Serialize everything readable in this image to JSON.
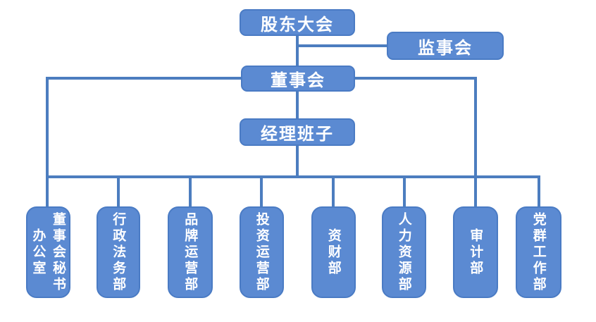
{
  "colors": {
    "box_fill": "#5B8AD2",
    "box_border": "#4A7BC4",
    "line": "#4C7DBF",
    "text": "#FFFFFF",
    "bg": "#FFFFFF"
  },
  "chart_type": "organization-chart",
  "nodes": {
    "shareholders": {
      "label": "股东大会"
    },
    "supervisors": {
      "label": "监事会"
    },
    "board": {
      "label": "董事会"
    },
    "management": {
      "label": "经理班子"
    },
    "departments": [
      {
        "label": "董事会秘书\n办公室"
      },
      {
        "label": "行政法务部"
      },
      {
        "label": "品牌运营部"
      },
      {
        "label": "投资运营部"
      },
      {
        "label": "资财部"
      },
      {
        "label": "人力资源部"
      },
      {
        "label": "审计部"
      },
      {
        "label": "党群工作部"
      }
    ]
  },
  "edges": [
    "股东大会 -> 董事会",
    "股东大会 -> 监事会",
    "董事会 -> 经理班子",
    "董事会 -> 董事会秘书办公室",
    "董事会 -> 审计部",
    "经理班子 -> 行政法务部",
    "经理班子 -> 品牌运营部",
    "经理班子 -> 投资运营部",
    "经理班子 -> 资财部",
    "经理班子 -> 人力资源部",
    "经理班子 -> 党群工作部"
  ]
}
